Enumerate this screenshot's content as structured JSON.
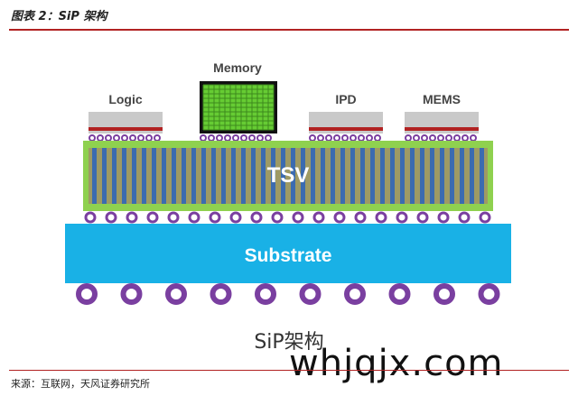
{
  "header": {
    "caption": "图表 2：SiP 架构"
  },
  "diagram": {
    "components": [
      "Logic",
      "Memory",
      "IPD",
      "MEMS"
    ],
    "interposer_label": "TSV",
    "substrate_label": "Substrate",
    "title": "SiP架构"
  },
  "footer": {
    "source": "来源：互联网，天风证券研究所"
  },
  "watermark": "whjqjx.com",
  "colors": {
    "rule": "#b22222",
    "interposer_green": "#8fd14f",
    "tsv_olive": "#9e9a64",
    "tsv_blue": "#3b6bb0",
    "substrate": "#19b1e6",
    "bump": "#7a3fa0",
    "memory_green": "#66cc33",
    "chip_gray": "#c9c9c9",
    "chip_red": "#b22222"
  }
}
